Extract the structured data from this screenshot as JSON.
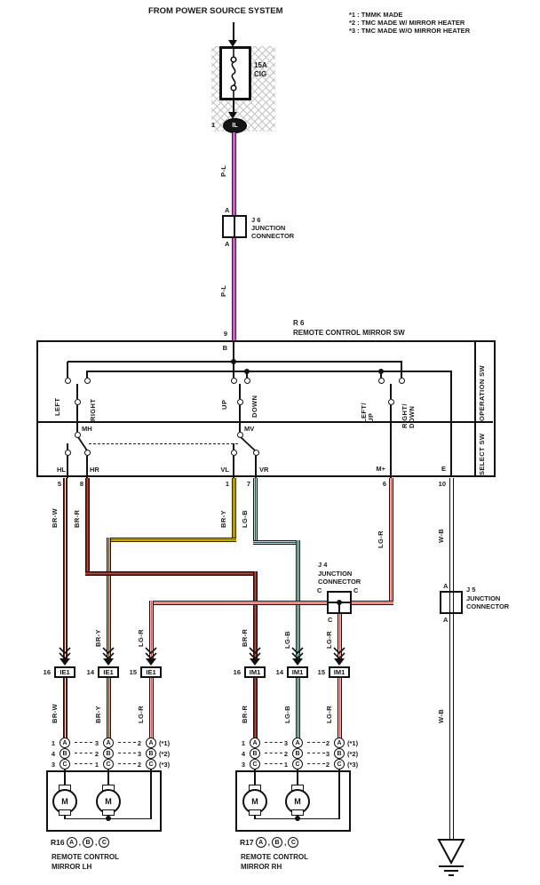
{
  "title": "FROM POWER SOURCE SYSTEM",
  "legend": {
    "item1": "*1 : TMMK MADE",
    "item2": "*2 : TMC MADE W/ MIRROR HEATER",
    "item3": "*3 : TMC MADE W/O MIRROR HEATER"
  },
  "power": {
    "fuse_rating": "15A",
    "fuse_name": "CIG",
    "tap_pin": "1",
    "tap_label": "IL"
  },
  "wires": {
    "pl": "P-L",
    "brw": "BR-W",
    "brr": "BR-R",
    "bry": "BR-Y",
    "lgb": "LG-B",
    "lgr": "LG-R",
    "wb": "W-B"
  },
  "colors": {
    "pl_body": "#ee7fe8",
    "pl_stripe": "#3f5ccc",
    "brw_body": "#5d2416",
    "brw_stripe": "#ffffff",
    "brr_body": "#77241a",
    "brr_stripe": "#e5392b",
    "bry_body": "#e8c31f",
    "bry_stripe": "#7a4a14",
    "lgb_body": "#b4ded6",
    "lgb_stripe": "#214f5a",
    "lgr_body": "#b4ded6",
    "lgr_stripe": "#ee5544"
  },
  "junctions": {
    "j6": {
      "id": "J 6",
      "name1": "JUNCTION",
      "name2": "CONNECTOR",
      "top": "A",
      "bottom": "A"
    },
    "j4": {
      "id": "J 4",
      "name1": "JUNCTION",
      "name2": "CONNECTOR",
      "left": "C",
      "right": "C",
      "bottom": "C"
    },
    "j5": {
      "id": "J 5",
      "name1": "JUNCTION",
      "name2": "CONNECTOR",
      "top": "A",
      "bottom": "A"
    }
  },
  "r6": {
    "id": "R 6",
    "name": "REMOTE CONTROL MIRROR SW",
    "pin_b_num": "9",
    "pin_b": "B",
    "op": {
      "section": "OPERATION SW",
      "left": "LEFT",
      "right": "RIGHT",
      "up": "UP",
      "down": "DOWN",
      "left_up": "LEFT/\nUP",
      "right_down": "RIGHT/\nDOWN"
    },
    "sel": {
      "section": "SELECT SW",
      "mh": "MH",
      "mv": "MV",
      "hl": "HL",
      "hr": "HR",
      "vl": "VL",
      "vr": "VR",
      "mp": "M+",
      "e": "E"
    },
    "pins": {
      "hl": "5",
      "hr": "8",
      "vl": "1",
      "vr": "7",
      "mp": "6",
      "e": "10"
    }
  },
  "conn": {
    "ie1": "IE1",
    "im1": "IM1",
    "p16": "16",
    "p14": "14",
    "p15": "15"
  },
  "mirror_pins": {
    "rowA": {
      "t": "A",
      "c1": "1",
      "c2": "3",
      "c3": "2",
      "note": "(*1)"
    },
    "rowB": {
      "t": "B",
      "c1": "4",
      "c2": "2",
      "c3": "3",
      "note": "(*2)"
    },
    "rowC": {
      "t": "C",
      "c1": "3",
      "c2": "1",
      "c3": "2",
      "note": "(*3)"
    }
  },
  "mirrors": {
    "sep": ",",
    "motor": "M",
    "terms": [
      "A",
      "B",
      "C"
    ],
    "left": {
      "id": "R16",
      "l1": "REMOTE CONTROL",
      "l2": "MIRROR LH"
    },
    "right": {
      "id": "R17",
      "l1": "REMOTE CONTROL",
      "l2": "MIRROR RH"
    }
  },
  "ground": {
    "id": "IF"
  }
}
